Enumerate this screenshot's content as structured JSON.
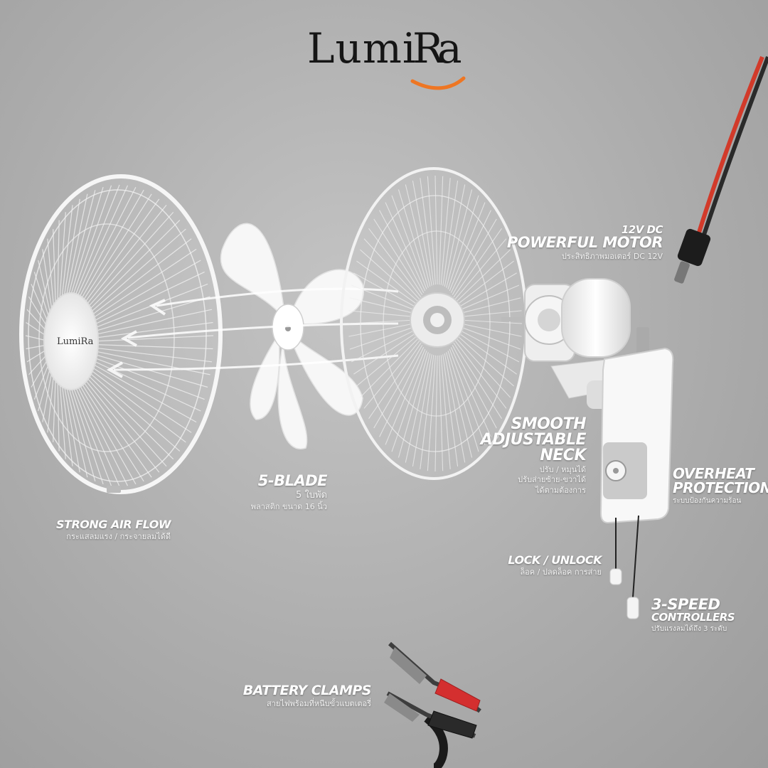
{
  "brand": {
    "logo_text": "LumiRa",
    "logo_base": "Lumi",
    "logo_r": "R",
    "logo_a": "a",
    "accent_color": "#ee7623"
  },
  "features": {
    "motor": {
      "spec": "12V DC",
      "title": "POWERFUL MOTOR",
      "subtitle": "ประสิทธิภาพมอเตอร์ DC 12V"
    },
    "neck": {
      "line1": "SMOOTH",
      "line2": "ADJUSTABLE",
      "line3": "NECK",
      "sub1": "ปรับ / หมุนได้",
      "sub2": "ปรับส่ายซ้าย-ขวาได้",
      "sub3": "ได้ตามต้องการ"
    },
    "overheat": {
      "line1": "OVERHEAT",
      "line2": "PROTECTION",
      "subtitle": "ระบบป้องกันความร้อน"
    },
    "blade": {
      "title": "5-BLADE",
      "sub1": "5 ใบพัด",
      "sub2": "พลาสติก ขนาด 16 นิ้ว"
    },
    "airflow": {
      "title": "STRONG AIR FLOW",
      "subtitle": "กระแสลมแรง / กระจายลมได้ดี"
    },
    "lock": {
      "title": "LOCK / UNLOCK",
      "subtitle": "ล็อค / ปลดล็อค การส่าย"
    },
    "speed": {
      "line1": "3-SPEED",
      "line2": "CONTROLLERS",
      "subtitle": "ปรับแรงลมได้ถึง 3 ระดับ"
    },
    "clamps": {
      "title": "BATTERY CLAMPS",
      "subtitle": "สายไฟพร้อมที่หนีบขั้วแบตเตอรี่"
    }
  },
  "icons": {
    "fan_front_guard": "front-grille-icon",
    "fan_blade": "fan-blade-icon",
    "fan_rear_guard": "rear-grille-icon",
    "motor": "motor-icon",
    "wall_mount": "wall-mount-icon",
    "cable": "dc-cable-icon",
    "clamps": "battery-clamp-icon"
  }
}
